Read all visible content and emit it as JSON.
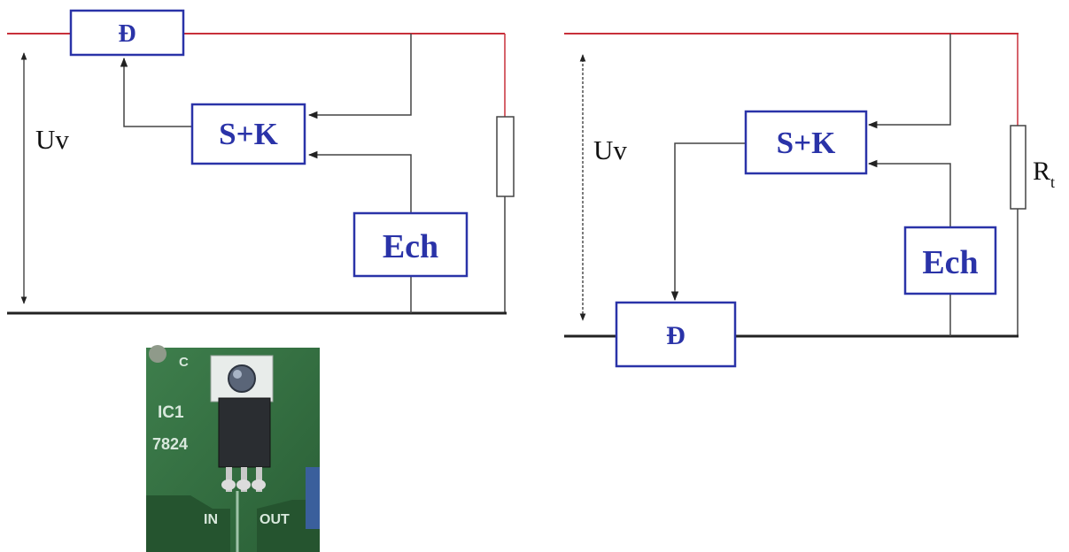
{
  "left_diagram": {
    "block_d_top": "Đ",
    "block_sk": "S+K",
    "block_ech": "Ech",
    "voltage_label": "Uv"
  },
  "right_diagram": {
    "block_sk": "S+K",
    "block_ech": "Ech",
    "block_d_bottom": "Đ",
    "voltage_label": "Uv",
    "load_label_main": "R",
    "load_label_sub": "t"
  },
  "photo": {
    "pin_c": "C",
    "ic_name": "IC1",
    "ic_part": "7824",
    "pin_in": "IN",
    "pin_out": "OUT"
  },
  "colors": {
    "supply_line": "#c8303a",
    "ground_line": "#222222",
    "block_border": "#2a33a8",
    "block_text": "#2a33a8",
    "wire": "#444444",
    "pcb_green": "#2f6e3f"
  }
}
